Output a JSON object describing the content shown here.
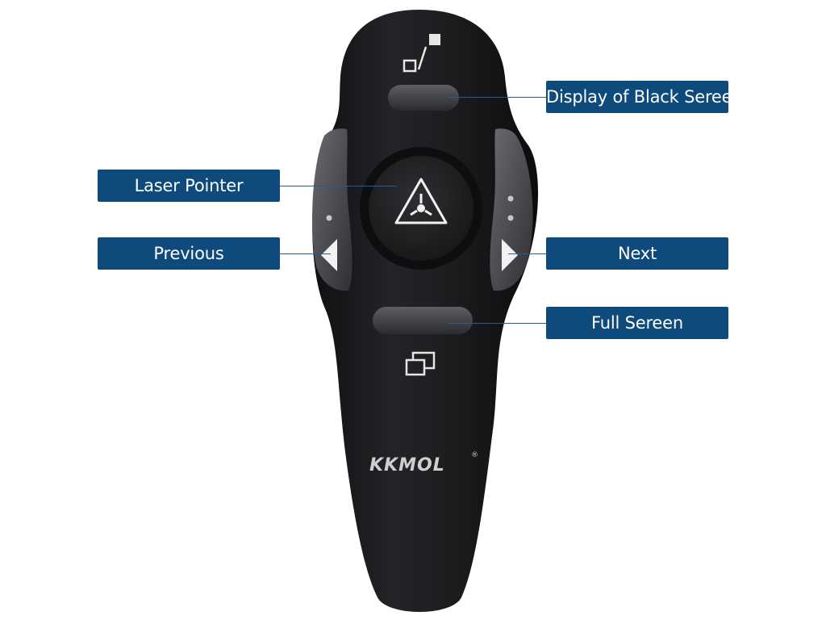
{
  "diagram": {
    "brand_logo": "KKMOL",
    "brand_logo_mark": "®",
    "colors": {
      "callout_background": "#0e4a7b",
      "callout_text": "#ffffff",
      "device_body": "#1b1c1e",
      "side_grip": "#4a4b4f"
    },
    "icons": [
      "black-screen-icon",
      "laser-warning-icon",
      "previous-arrow-icon",
      "next-arrow-icon",
      "full-screen-icon"
    ],
    "callouts": {
      "black_screen": "Display of Black Sereen",
      "laser_pointer": "Laser Pointer",
      "previous": "Previous",
      "next": "Next",
      "full_screen": "Full Sereen"
    }
  }
}
